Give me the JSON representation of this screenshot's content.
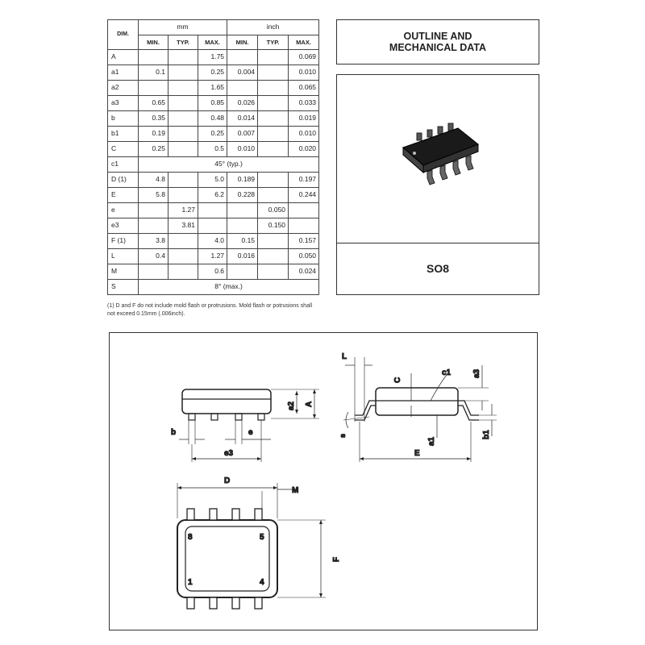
{
  "table": {
    "header_dim": "DIM.",
    "group_mm": "mm",
    "group_inch": "inch",
    "col_min": "MIN.",
    "col_typ": "TYP.",
    "col_max": "MAX.",
    "rows": [
      {
        "dim": "A",
        "mm": [
          "",
          "",
          "1.75"
        ],
        "inch": [
          "",
          "",
          "0.069"
        ]
      },
      {
        "dim": "a1",
        "mm": [
          "0.1",
          "",
          "0.25"
        ],
        "inch": [
          "0.004",
          "",
          "0.010"
        ]
      },
      {
        "dim": "a2",
        "mm": [
          "",
          "",
          "1.65"
        ],
        "inch": [
          "",
          "",
          "0.065"
        ]
      },
      {
        "dim": "a3",
        "mm": [
          "0.65",
          "",
          "0.85"
        ],
        "inch": [
          "0.026",
          "",
          "0.033"
        ]
      },
      {
        "dim": "b",
        "mm": [
          "0.35",
          "",
          "0.48"
        ],
        "inch": [
          "0.014",
          "",
          "0.019"
        ]
      },
      {
        "dim": "b1",
        "mm": [
          "0.19",
          "",
          "0.25"
        ],
        "inch": [
          "0.007",
          "",
          "0.010"
        ]
      },
      {
        "dim": "C",
        "mm": [
          "0.25",
          "",
          "0.5"
        ],
        "inch": [
          "0.010",
          "",
          "0.020"
        ]
      },
      {
        "dim": "c1",
        "span": "45° (typ.)"
      },
      {
        "dim": "D (1)",
        "mm": [
          "4.8",
          "",
          "5.0"
        ],
        "inch": [
          "0.189",
          "",
          "0.197"
        ]
      },
      {
        "dim": "E",
        "mm": [
          "5.8",
          "",
          "6.2"
        ],
        "inch": [
          "0.228",
          "",
          "0.244"
        ]
      },
      {
        "dim": "e",
        "mm": [
          "",
          "1.27",
          ""
        ],
        "inch": [
          "",
          "0.050",
          ""
        ]
      },
      {
        "dim": "e3",
        "mm": [
          "",
          "3.81",
          ""
        ],
        "inch": [
          "",
          "0.150",
          ""
        ]
      },
      {
        "dim": "F (1)",
        "mm": [
          "3.8",
          "",
          "4.0"
        ],
        "inch": [
          "0.15",
          "",
          "0.157"
        ]
      },
      {
        "dim": "L",
        "mm": [
          "0.4",
          "",
          "1.27"
        ],
        "inch": [
          "0.016",
          "",
          "0.050"
        ]
      },
      {
        "dim": "M",
        "mm": [
          "",
          "",
          "0.6"
        ],
        "inch": [
          "",
          "",
          "0.024"
        ]
      },
      {
        "dim": "S",
        "span": "8° (max.)"
      }
    ]
  },
  "footnote": "(1) D and F do not include mold flash or protrusions. Mold flash or potrusions shall not exceed 0.15mm (.006inch).",
  "outline_title": "OUTLINE AND\nMECHANICAL DATA",
  "package_name": "SO8",
  "drawing_labels": {
    "L": "L",
    "c": "C",
    "c1": "c1",
    "a3": "a3",
    "a2": "a2",
    "A": "A",
    "b": "b",
    "e": "e",
    "e3": "e3",
    "a1": "a1",
    "b1": "b1",
    "E": "E",
    "s": "s",
    "D": "D",
    "M": "M",
    "F": "F",
    "pin8": "8",
    "pin5": "5",
    "pin1": "1",
    "pin4": "4"
  }
}
